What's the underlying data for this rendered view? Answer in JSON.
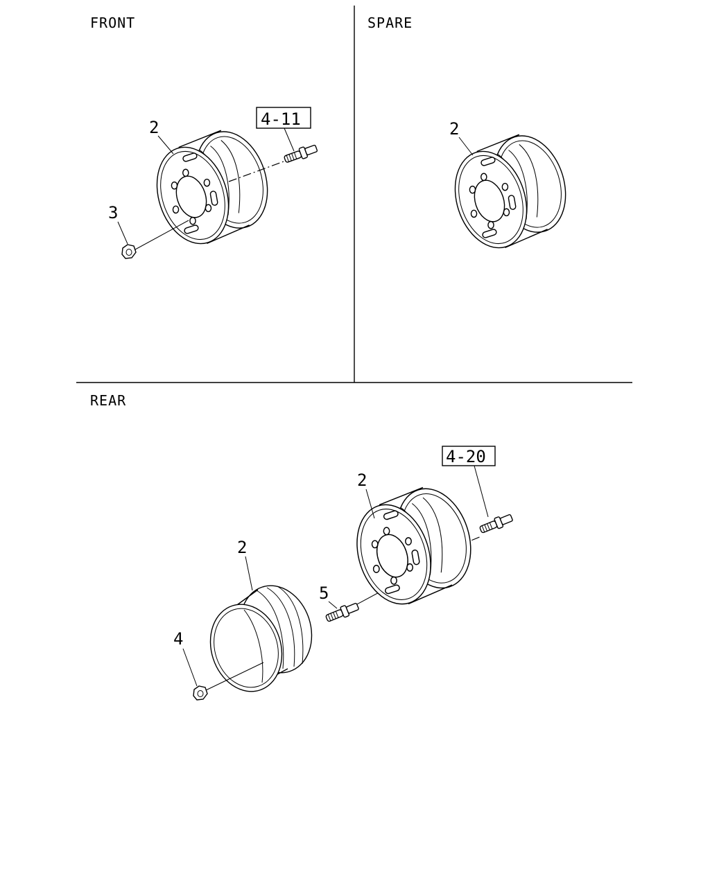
{
  "sections": {
    "front": {
      "title": "FRONT",
      "callouts": {
        "wheel": "2",
        "nut": "3"
      },
      "ref": "4-11"
    },
    "spare": {
      "title": "SPARE",
      "callouts": {
        "wheel": "2"
      }
    },
    "rear": {
      "title": "REAR",
      "callouts": {
        "outer_wheel": "2",
        "inner_wheel": "2",
        "nut": "4",
        "bolt": "5"
      },
      "ref": "4-20"
    }
  }
}
